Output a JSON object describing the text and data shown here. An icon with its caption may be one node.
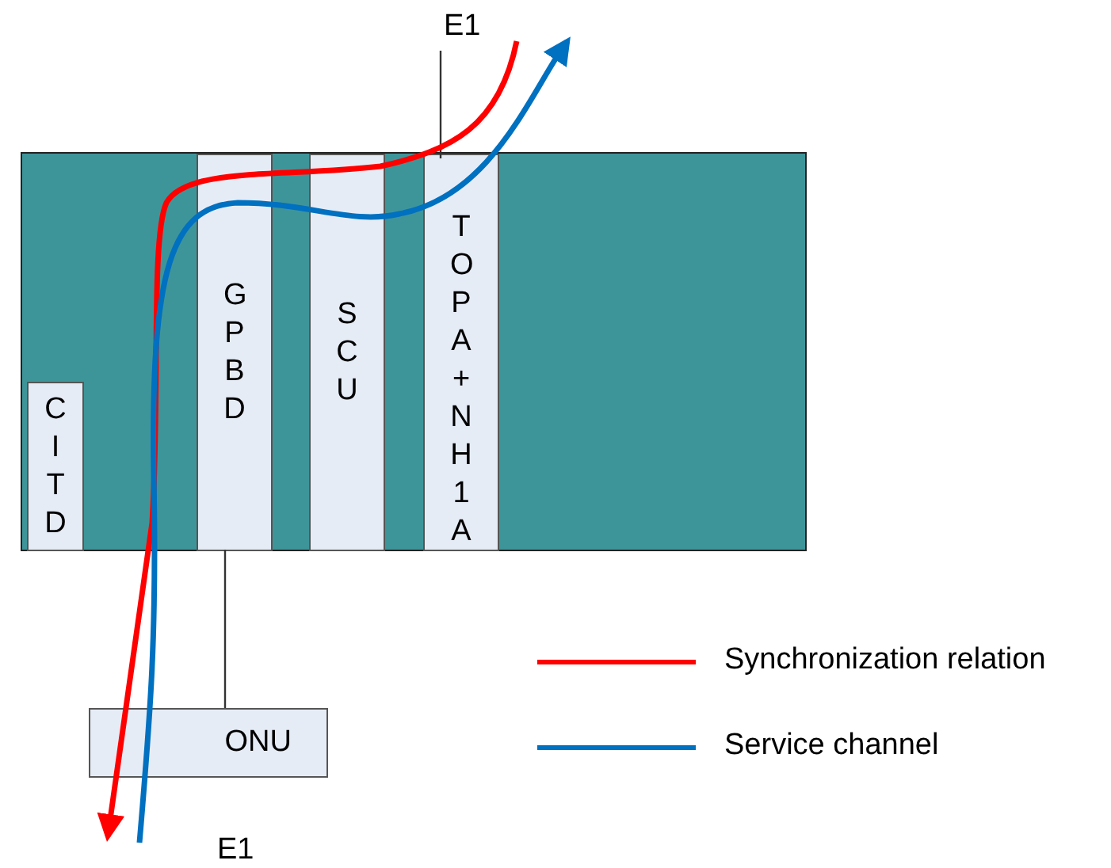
{
  "diagram": {
    "nodes": [
      {
        "text": [],
        "shape": "box"
      },
      {
        "text": [
          "CITD"
        ],
        "in": 0
      },
      {
        "text": [
          "GPBD"
        ],
        "in": 0
      },
      {
        "text": [
          "SCU"
        ],
        "in": 0
      },
      {
        "text": [
          "TOPA+NH1A"
        ],
        "in": 0
      },
      {
        "text": [
          "ONU"
        ]
      },
      {
        "text": [
          "E1"
        ]
      }
    ],
    "edges": [
      {
        "from": 4,
        "to": 6,
        "arrow": "none"
      },
      {
        "from": 2,
        "to": 5,
        "arrow": "none"
      },
      {
        "from": 6,
        "to": null,
        "arrow": "to",
        "color": "#ff0000",
        "style": "thick"
      },
      {
        "from": null,
        "to": 6,
        "arrow": "to",
        "color": "#0070c0",
        "style": "thick"
      }
    ],
    "labels": [
      "E1"
    ],
    "legend": [
      {
        "text": "Synchronization relation"
      },
      {
        "text": "Service channel"
      }
    ]
  }
}
